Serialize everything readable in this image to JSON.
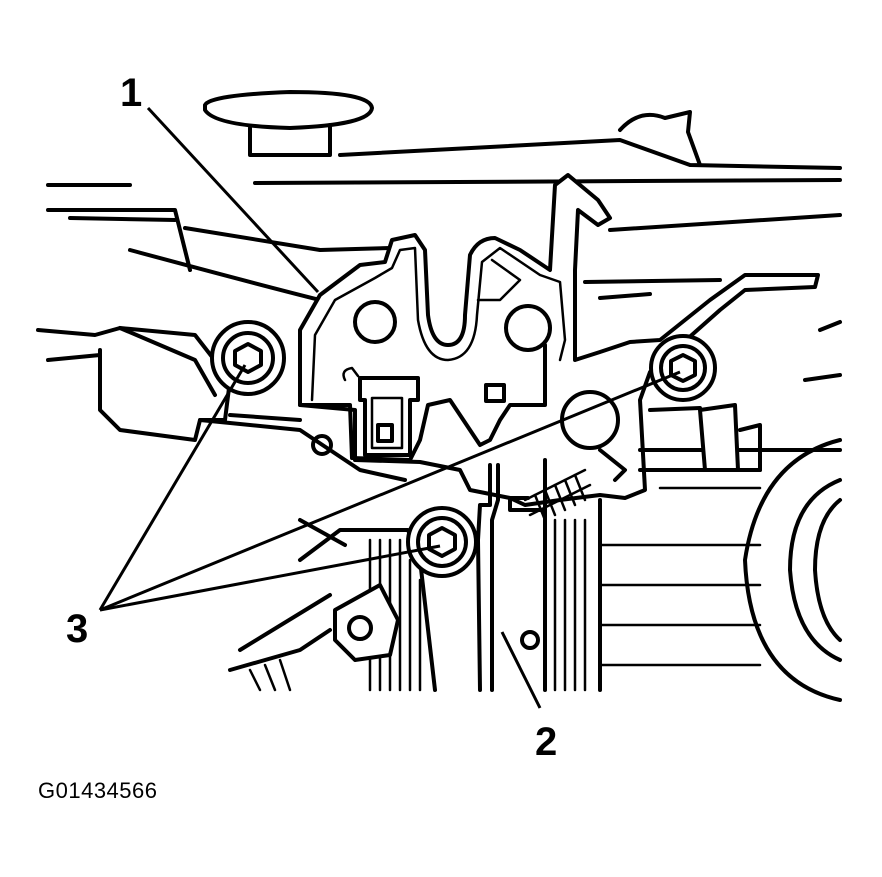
{
  "figure": {
    "id_label": "G01434566",
    "callouts": [
      {
        "number": "1",
        "part": "hood-latch"
      },
      {
        "number": "2",
        "part": "release-cable"
      },
      {
        "number": "3",
        "part": "latch-bolts"
      }
    ]
  }
}
